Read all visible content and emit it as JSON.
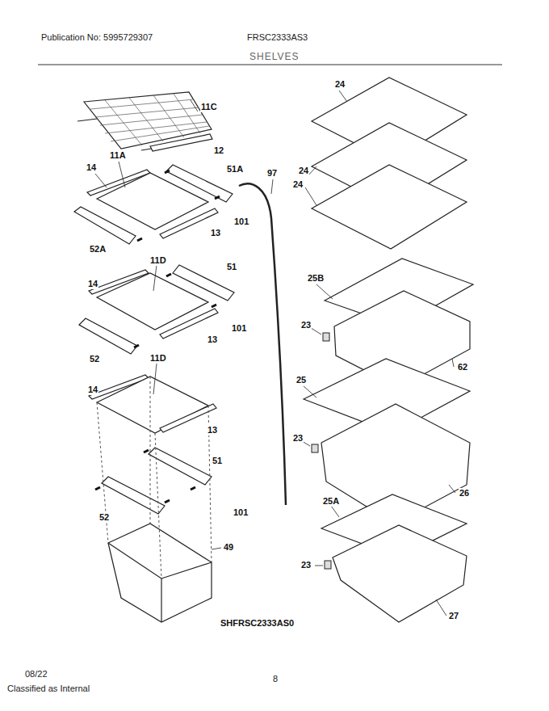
{
  "diagram": {
    "title": "SHELVES",
    "labels": [
      "Publication No: 5995729307",
      "FRSC2333AS3",
      "11C",
      "12",
      "11A",
      "14",
      "51A",
      "97",
      "24",
      "24",
      "24",
      "101",
      "13",
      "52A",
      "11D",
      "51",
      "14",
      "25B",
      "101",
      "23",
      "13",
      "52",
      "62",
      "11D",
      "14",
      "25",
      "13",
      "23",
      "26",
      "51",
      "52",
      "101",
      "25A",
      "49",
      "23",
      "SHFRSC2333AS0",
      "27",
      "08/22",
      "8",
      "Classified as Internal"
    ]
  }
}
